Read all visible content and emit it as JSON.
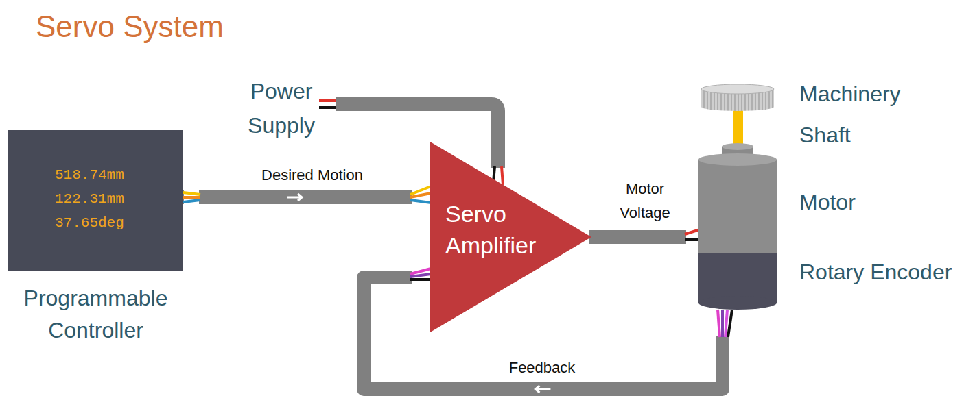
{
  "diagram": {
    "title": "Servo System",
    "nodes": [
      {
        "text": [
          "518.74mm",
          "122.31mm",
          "37.65deg",
          "Programmable Controller"
        ]
      },
      {
        "text": [
          "Servo Amplifier"
        ]
      },
      {
        "text": [
          "Motor"
        ]
      },
      {
        "text": [
          "Rotary Encoder"
        ]
      }
    ],
    "edges": [
      {
        "from": 0,
        "to": 1,
        "label": "Desired Motion",
        "arrow": "to"
      },
      {
        "from": 1,
        "to": 2,
        "label": "Motor Voltage",
        "arrow": "none"
      },
      {
        "from": 3,
        "to": 1,
        "label": "Feedback",
        "arrow": "to"
      }
    ],
    "labels": [
      "Power Supply",
      "Machinery",
      "Shaft"
    ]
  }
}
